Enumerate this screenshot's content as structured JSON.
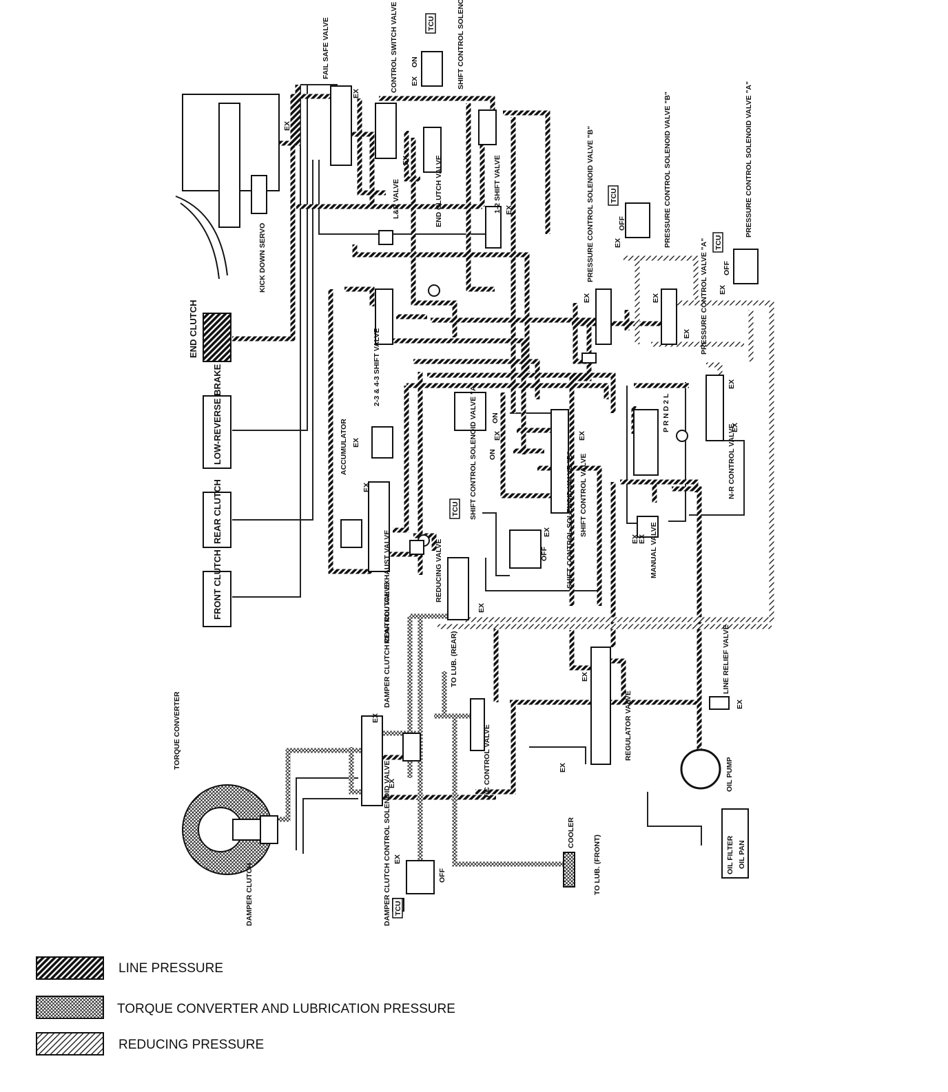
{
  "diagram": {
    "valves": [
      {
        "id": "fail_safe",
        "label": "FAIL SAFE VALVE"
      },
      {
        "id": "control_switch",
        "label": "CONTROL SWITCH VALVE"
      },
      {
        "id": "sol_c",
        "label": "SHIFT CONTROL SOLENOID VALVE \"C\" HIGH-LOW PRESSURE VALVE"
      },
      {
        "id": "kickdown",
        "label": "KICK DOWN SERVO"
      },
      {
        "id": "lr_valve",
        "label": "L&R VALVE"
      },
      {
        "id": "end_clutch_valve",
        "label": "END CLUTCH VALVE"
      },
      {
        "id": "shift12",
        "label": "1-2 SHIFT VALVE"
      },
      {
        "id": "pc_sol_b",
        "label": "PRESSURE CONTROL SOLENOID VALVE \"B\""
      },
      {
        "id": "pc_sol_a_top",
        "label": "PRESSURE CONTROL SOLENOID VALVE \"A\""
      },
      {
        "id": "pc_sol_b_inner",
        "label": "PRESSURE CONTROL SOLENOID VALVE \"B\""
      },
      {
        "id": "pcv_a",
        "label": "PRESSURE CONTROL VALVE \"A\""
      },
      {
        "id": "end_clutch",
        "label": "END CLUTCH"
      },
      {
        "id": "shift23",
        "label": "2-3 & 4-3 SHIFT VALVE"
      },
      {
        "id": "low_reverse",
        "label": "LOW-REVERSE BRAKE"
      },
      {
        "id": "accumulator",
        "label": "ACCUMULATOR"
      },
      {
        "id": "sol_a",
        "label": "SHIFT CONTROL SOLENOID VALVE \"A\""
      },
      {
        "id": "shift_control",
        "label": "SHIFT CONTROL VALVE"
      },
      {
        "id": "prnd",
        "label": "P R N D 2 L"
      },
      {
        "id": "nr_control",
        "label": "N-R CONTROL VALVE"
      },
      {
        "id": "rear_clutch",
        "label": "REAR CLUTCH"
      },
      {
        "id": "sol_b",
        "label": "SHIFT CONTROL SOLENOID VALVE \"B\""
      },
      {
        "id": "manual",
        "label": "MANUAL VALVE"
      },
      {
        "id": "front_clutch",
        "label": "FRONT CLUTCH"
      },
      {
        "id": "rear_clutch_exhaust",
        "label": "REAR CLUTCH EXHAUST VALVE"
      },
      {
        "id": "reducing",
        "label": "REDUCING VALVE"
      },
      {
        "id": "to_lub_rear",
        "label": "TO LUB. (REAR)"
      },
      {
        "id": "damper_cc",
        "label": "DAMPER CLUTCH CONTROL VALVE"
      },
      {
        "id": "line_relief",
        "label": "LINE RELIEF VALVE"
      },
      {
        "id": "torque_converter",
        "label": "TORQUE CONVERTER"
      },
      {
        "id": "regulator",
        "label": "REGULATOR VALVE"
      },
      {
        "id": "tc_control",
        "label": "T/C CONTROL VALVE"
      },
      {
        "id": "oil_pump",
        "label": "OIL PUMP"
      },
      {
        "id": "cooler",
        "label": "COOLER"
      },
      {
        "id": "to_lub_front",
        "label": "TO LUB. (FRONT)"
      },
      {
        "id": "oil_filter",
        "label": "OIL FILTER"
      },
      {
        "id": "oil_pan",
        "label": "OIL PAN"
      },
      {
        "id": "damper_clutch",
        "label": "DAMPER CLUTCH"
      },
      {
        "id": "dcc_sol",
        "label": "DAMPER CLUTCH CONTROL SOLENOID VALVE"
      }
    ],
    "markers": {
      "ex": "EX",
      "on": "ON",
      "off": "OFF",
      "tcu": "TCU"
    },
    "legend": [
      {
        "label": "LINE PRESSURE",
        "pattern": "line"
      },
      {
        "label": "TORQUE CONVERTER AND LUBRICATION PRESSURE",
        "pattern": "tc"
      },
      {
        "label": "REDUCING PRESSURE",
        "pattern": "red"
      }
    ]
  }
}
